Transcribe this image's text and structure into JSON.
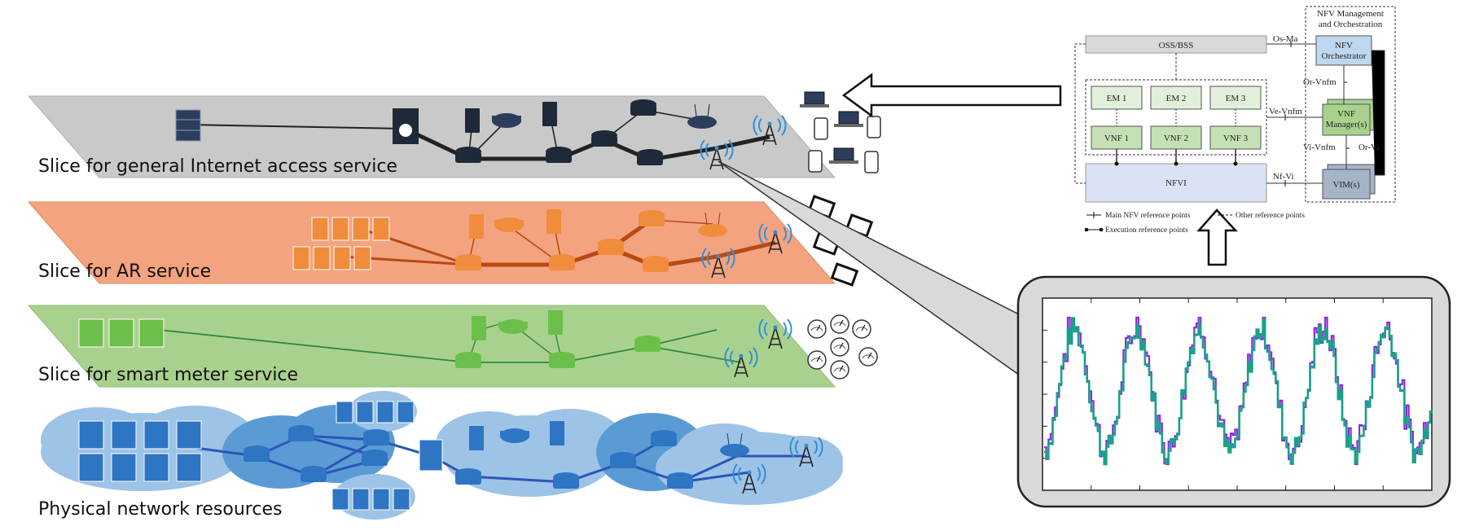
{
  "layers": {
    "internet": "Slice for general Internet access service",
    "ar": "Slice for AR service",
    "meter": "Slice for smart meter service",
    "physical": "Physical network resources"
  },
  "nfv": {
    "mano_title_1": "NFV Management",
    "mano_title_2": "and Orchestration",
    "oss_bss": "OSS/BSS",
    "em1": "EM 1",
    "em2": "EM 2",
    "em3": "EM 3",
    "vnf1": "VNF 1",
    "vnf2": "VNF 2",
    "vnf3": "VNF 3",
    "nfvi": "NFVI",
    "orchestrator_1": "NFV",
    "orchestrator_2": "Orchestrator",
    "vnf_manager_1": "VNF",
    "vnf_manager_2": "Manager(s)",
    "vim": "VIM(s)",
    "ref_os_ma": "Os-Ma",
    "ref_or_vnfm": "Or-Vnfm",
    "ref_ve_vnfm": "Ve-Vnfm",
    "ref_vi_vnfm": "Vi-Vnfm",
    "ref_or_vi": "Or-Vi",
    "ref_nf_vi": "Nf-Vi",
    "legend_main": "Main NFV reference points",
    "legend_other": "Other reference points",
    "legend_exec": "Execution reference points"
  },
  "colors": {
    "internet_plane": "#c9c9c9",
    "ar_plane": "#f3a37f",
    "meter_plane": "#a9d18e",
    "cloud": "#9dc3e6",
    "cloud_dark": "#5b9bd5",
    "series_purple": "#8a2be2",
    "series_teal": "#1aa08a"
  },
  "traffic_plot": {
    "series": [
      {
        "color": "purple"
      },
      {
        "color": "teal"
      }
    ]
  }
}
